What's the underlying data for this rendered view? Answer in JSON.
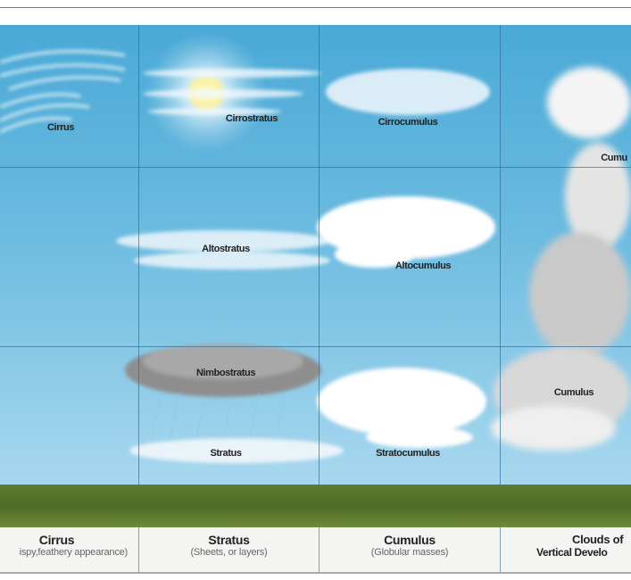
{
  "clouds": {
    "cirrus": "Cirrus",
    "cirrostratus": "Cirrostratus",
    "cirrocumulus": "Cirrocumulus",
    "cumulus_top": "Cumu",
    "altostratus": "Altostratus",
    "altocumulus": "Altocumulus",
    "nimbostratus": "Nimbostratus",
    "cumulus": "Cumulus",
    "stratus": "Stratus",
    "stratocumulus": "Stratocumulus"
  },
  "footer": [
    {
      "title": "Cirrus",
      "subtitle": "ispy,feathery appearance)"
    },
    {
      "title": "Stratus",
      "subtitle": "(Sheets, or layers)"
    },
    {
      "title": "Cumulus",
      "subtitle": "(Globular masses)"
    },
    {
      "title": "Clouds of",
      "subtitle": "Vertical Develo"
    }
  ],
  "colors": {
    "sky": "#4aa9d6",
    "grid": "#2f6f98",
    "ground": "#5f7e32"
  }
}
